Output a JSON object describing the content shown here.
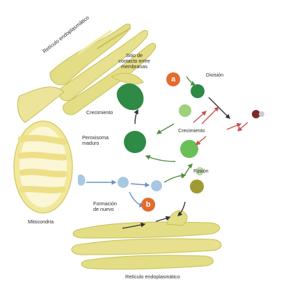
{
  "labels": {
    "er_top": "Retículo endoplasmático",
    "contact_site": [
      "Sitio de",
      "contacto entre",
      "membranas"
    ],
    "division": "División",
    "growth_left": "Crecimiento",
    "growth_right": "Crecimiento",
    "mature_peroxisome": [
      "Peroxisoma",
      "maduro"
    ],
    "fusion": "Fusión",
    "new_formation": [
      "Formación",
      "de nuevo"
    ],
    "mitochondria": "Mitocondria",
    "er_bottom": "Retículo endoplasmático"
  },
  "badges": {
    "a": "a",
    "b": "b"
  },
  "colors": {
    "er_fill": "#e3dd86",
    "er_edge": "#c7bf56",
    "mito_outer": "#f2e89c",
    "mito_inner": "#fbf6d6",
    "dark_green": "#2e8a45",
    "mid_green": "#6bbf59",
    "light_green": "#9fd07c",
    "pale_green": "#b9d9a6",
    "olive": "#a09a32",
    "blue": "#a8c8e2",
    "badge_orange": "#e36b2e",
    "arrow_red": "#c8504e",
    "arrow_green": "#4f8c3e",
    "arrow_blue": "#6a90c8"
  }
}
